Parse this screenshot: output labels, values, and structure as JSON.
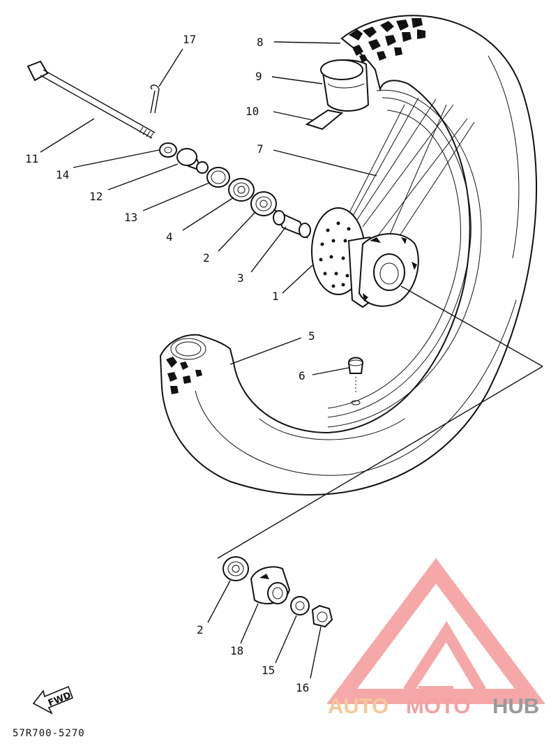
{
  "diagram": {
    "drawing_code": "57R700-5270",
    "direction_arrow": "FWD",
    "callouts": [
      {
        "id": "c17",
        "label": "17"
      },
      {
        "id": "c8",
        "label": "8"
      },
      {
        "id": "c9",
        "label": "9"
      },
      {
        "id": "c10",
        "label": "10"
      },
      {
        "id": "c7",
        "label": "7"
      },
      {
        "id": "c11",
        "label": "11"
      },
      {
        "id": "c14",
        "label": "14"
      },
      {
        "id": "c12",
        "label": "12"
      },
      {
        "id": "c13",
        "label": "13"
      },
      {
        "id": "c4",
        "label": "4"
      },
      {
        "id": "c2a",
        "label": "2"
      },
      {
        "id": "c3",
        "label": "3"
      },
      {
        "id": "c1",
        "label": "1"
      },
      {
        "id": "c5",
        "label": "5"
      },
      {
        "id": "c6",
        "label": "6"
      },
      {
        "id": "c2b",
        "label": "2"
      },
      {
        "id": "c18",
        "label": "18"
      },
      {
        "id": "c15",
        "label": "15"
      },
      {
        "id": "c16",
        "label": "16"
      }
    ]
  },
  "watermark": {
    "part1": "AUTO",
    "part2": "MOTO",
    "part3": "HUB",
    "color_auto": "#f5c89a",
    "color_moto": "#f4a1a1",
    "color_hub": "#9a9a9a",
    "logo_color": "#f59a9a"
  }
}
